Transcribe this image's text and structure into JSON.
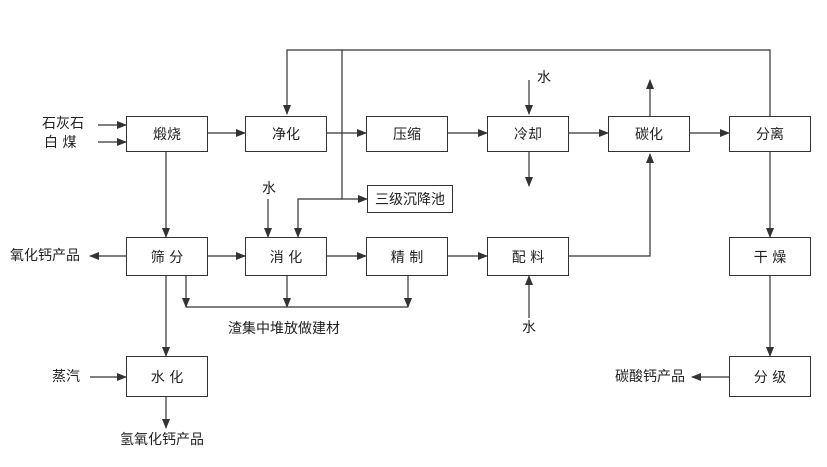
{
  "boxes": {
    "calcine": "煅烧",
    "purify": "净化",
    "compress": "压缩",
    "cool": "冷却",
    "carbonize": "碳化",
    "separate": "分离",
    "tank": "三级沉降池",
    "screen": "筛 分",
    "slake": "消 化",
    "refine": "精 制",
    "mix": "配 料",
    "dry": "干 燥",
    "hydrate": "水 化",
    "grade": "分 级"
  },
  "labels": {
    "limestone": "石灰石",
    "coal": "白 煤",
    "water_top": "水",
    "water_slake": "水",
    "water_mix": "水",
    "cao_product": "氧化钙产品",
    "slag": "渣集中堆放做建材",
    "steam": "蒸汽",
    "caoh2_product": "氢氧化钙产品",
    "caco3_product": "碳酸钙产品"
  },
  "colors": {
    "line": "#333333",
    "text": "#222222"
  }
}
